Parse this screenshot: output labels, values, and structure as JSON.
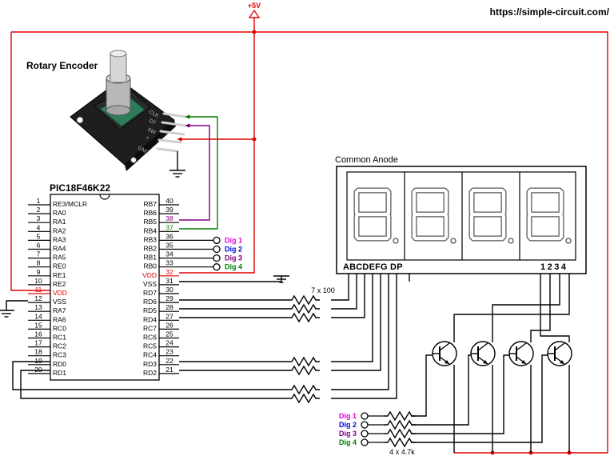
{
  "website": "https://simple-circuit.com/",
  "supply_label": "+5V",
  "encoder": {
    "title": "Rotary Encoder",
    "pins": [
      "CLK",
      "DT",
      "SW",
      "+",
      "GND"
    ]
  },
  "mcu": {
    "name": "PIC18F46K22",
    "left_pins": [
      {
        "num": "1",
        "name": "RE3/MCLR"
      },
      {
        "num": "2",
        "name": "RA0"
      },
      {
        "num": "3",
        "name": "RA1"
      },
      {
        "num": "4",
        "name": "RA2"
      },
      {
        "num": "5",
        "name": "RA3"
      },
      {
        "num": "6",
        "name": "RA4"
      },
      {
        "num": "7",
        "name": "RA5"
      },
      {
        "num": "8",
        "name": "RE0"
      },
      {
        "num": "9",
        "name": "RE1"
      },
      {
        "num": "10",
        "name": "RE2"
      },
      {
        "num": "11",
        "name": "VDD"
      },
      {
        "num": "12",
        "name": "VSS"
      },
      {
        "num": "13",
        "name": "RA7"
      },
      {
        "num": "14",
        "name": "RA6"
      },
      {
        "num": "15",
        "name": "RC0"
      },
      {
        "num": "16",
        "name": "RC1"
      },
      {
        "num": "17",
        "name": "RC2"
      },
      {
        "num": "18",
        "name": "RC3"
      },
      {
        "num": "19",
        "name": "RD0"
      },
      {
        "num": "20",
        "name": "RD1"
      }
    ],
    "right_pins": [
      {
        "num": "40",
        "name": "RB7"
      },
      {
        "num": "39",
        "name": "RB6"
      },
      {
        "num": "38",
        "name": "RB5"
      },
      {
        "num": "37",
        "name": "RB4"
      },
      {
        "num": "36",
        "name": "RB3"
      },
      {
        "num": "35",
        "name": "RB2"
      },
      {
        "num": "34",
        "name": "RB1"
      },
      {
        "num": "33",
        "name": "RB0"
      },
      {
        "num": "32",
        "name": "VDD"
      },
      {
        "num": "31",
        "name": "VSS"
      },
      {
        "num": "30",
        "name": "RD7"
      },
      {
        "num": "29",
        "name": "RD6"
      },
      {
        "num": "28",
        "name": "RD5"
      },
      {
        "num": "27",
        "name": "RD4"
      },
      {
        "num": "26",
        "name": "RC7"
      },
      {
        "num": "25",
        "name": "RC6"
      },
      {
        "num": "24",
        "name": "RC5"
      },
      {
        "num": "23",
        "name": "RC4"
      },
      {
        "num": "22",
        "name": "RD3"
      },
      {
        "num": "21",
        "name": "RD2"
      }
    ]
  },
  "digit_outputs": [
    "Dig 1",
    "Dig 2",
    "Dig 3",
    "Dig 4"
  ],
  "digit_colors": [
    "#e000e0",
    "#0000e0",
    "#800080",
    "#008000"
  ],
  "display": {
    "title": "Common Anode",
    "segment_labels": "ABCDEFG DP",
    "digit_labels": "1234"
  },
  "resistors": {
    "segment_label": "7 x 100",
    "base_label": "4 x 4.7k"
  }
}
